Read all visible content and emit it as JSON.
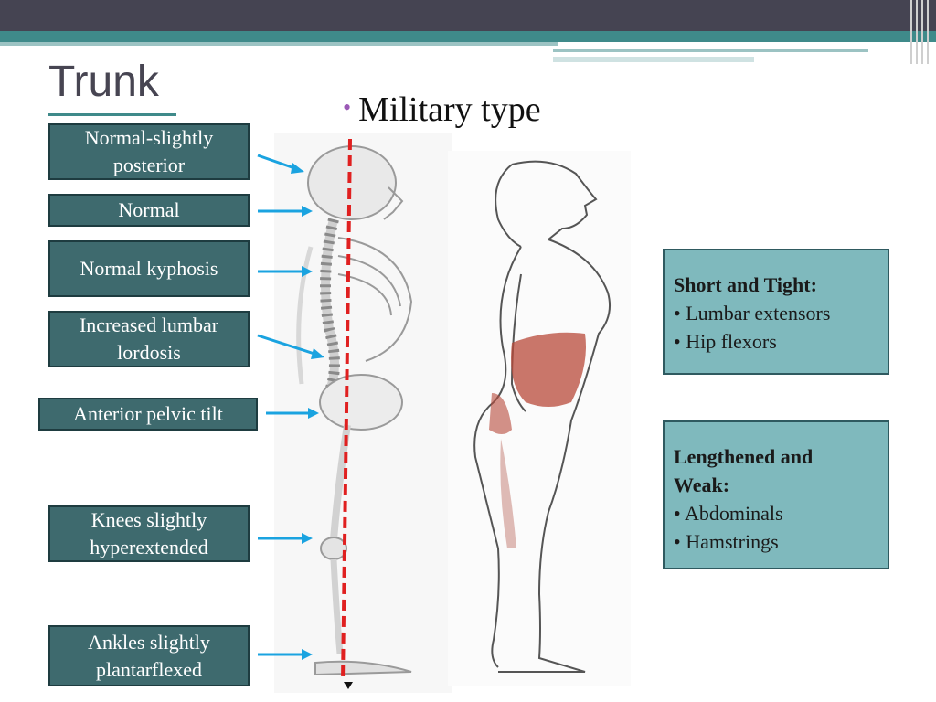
{
  "title": "Trunk",
  "bullet": "Military type",
  "labels": [
    {
      "line1": "Normal-slightly",
      "line2": "posterior"
    },
    {
      "line1": "Normal",
      "line2": ""
    },
    {
      "line1": "Normal kyphosis",
      "line2": ""
    },
    {
      "line1": "Increased lumbar",
      "line2": "lordosis"
    },
    {
      "line1": "Anterior pelvic tilt",
      "line2": ""
    },
    {
      "line1": "Knees slightly",
      "line2": "hyperextended"
    },
    {
      "line1": "Ankles slightly",
      "line2": "plantarflexed"
    }
  ],
  "short_tight": {
    "heading": "Short and Tight:",
    "items": [
      "• Lumbar extensors",
      "• Hip flexors"
    ]
  },
  "lengthened_weak": {
    "heading_line1": "Lengthened and",
    "heading_line2": "Weak:",
    "items": [
      "• Abdominals",
      "• Hamstrings"
    ]
  },
  "colors": {
    "label_fill": "#3e6a6e",
    "box_fill": "#7fb9bd",
    "arrow": "#1aa3e0",
    "plumb_line": "#e02020",
    "muscle": "#b84a3a"
  }
}
